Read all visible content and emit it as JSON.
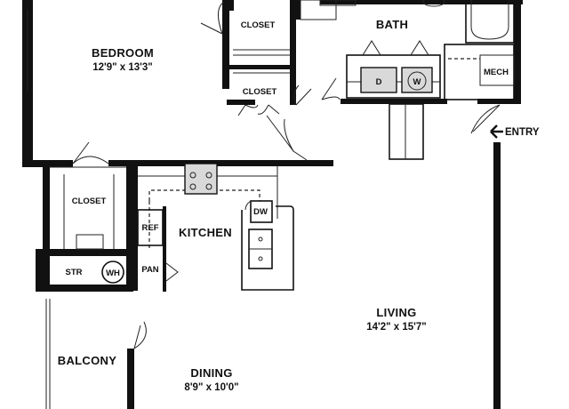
{
  "rooms": {
    "bedroom": {
      "name": "BEDROOM",
      "dims": "12'9\" x 13'3\""
    },
    "closet_top": {
      "name": "CLOSET"
    },
    "closet_mid": {
      "name": "CLOSET"
    },
    "bath": {
      "name": "BATH"
    },
    "mech": {
      "name": "MECH"
    },
    "entry": {
      "name": "ENTRY"
    },
    "closet_left": {
      "name": "CLOSET"
    },
    "kitchen": {
      "name": "KITCHEN"
    },
    "living": {
      "name": "LIVING",
      "dims": "14'2\" x 15'7\""
    },
    "dining": {
      "name": "DINING",
      "dims": "8'9\" x 10'0\""
    },
    "balcony": {
      "name": "BALCONY"
    },
    "storage": {
      "name": "STR"
    },
    "pantry": {
      "name": "PAN"
    }
  },
  "fixtures": {
    "refrigerator": "REF",
    "dishwasher": "DW",
    "water_heater": "WH",
    "dryer": "D",
    "washer": "W"
  },
  "colors": {
    "wall": "#111111",
    "appliance_fill": "#d9d9d9",
    "background": "#ffffff"
  }
}
